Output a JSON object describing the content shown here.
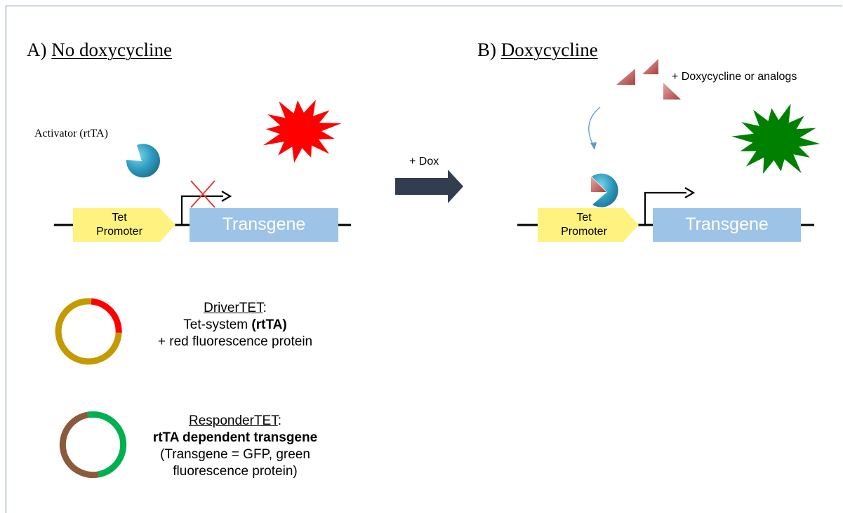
{
  "panel_a": {
    "prefix": "A)",
    "title": "No doxycycline",
    "activator_label": "Activator (rtTA)",
    "promoter_line1": "Tet",
    "promoter_line2": "Promoter",
    "gene_label": "Transgene"
  },
  "arrow": {
    "label": "+ Dox",
    "color": "#323e4f"
  },
  "panel_b": {
    "prefix": "B)",
    "title": "Doxycycline",
    "dox_label": "+ Doxycycline or analogs",
    "promoter_line1": "Tet",
    "promoter_line2": "Promoter",
    "gene_label": "Transgene"
  },
  "driver": {
    "name": "DriverTET",
    "suffix": ":",
    "line2_plain": "Tet-system ",
    "line2_bold": "(rtTA)",
    "line3": "+ red fluorescence protein",
    "ring_colors": [
      "#ff0000",
      "#c49a00"
    ]
  },
  "responder": {
    "name": "ResponderTET",
    "suffix": ":",
    "line2_bold": "rtTA dependent transgene",
    "line3": "(Transgene = GFP, green",
    "line4": "fluorescence protein)",
    "ring_colors": [
      "#00b050",
      "#8b5a3c"
    ]
  },
  "colors": {
    "promoter": "#fff27f",
    "transgene": "#9dc3e6",
    "activator": "#2e9bbf",
    "dox": "#c0504d",
    "red_star": "#ff0000",
    "green_star": "#008000"
  }
}
